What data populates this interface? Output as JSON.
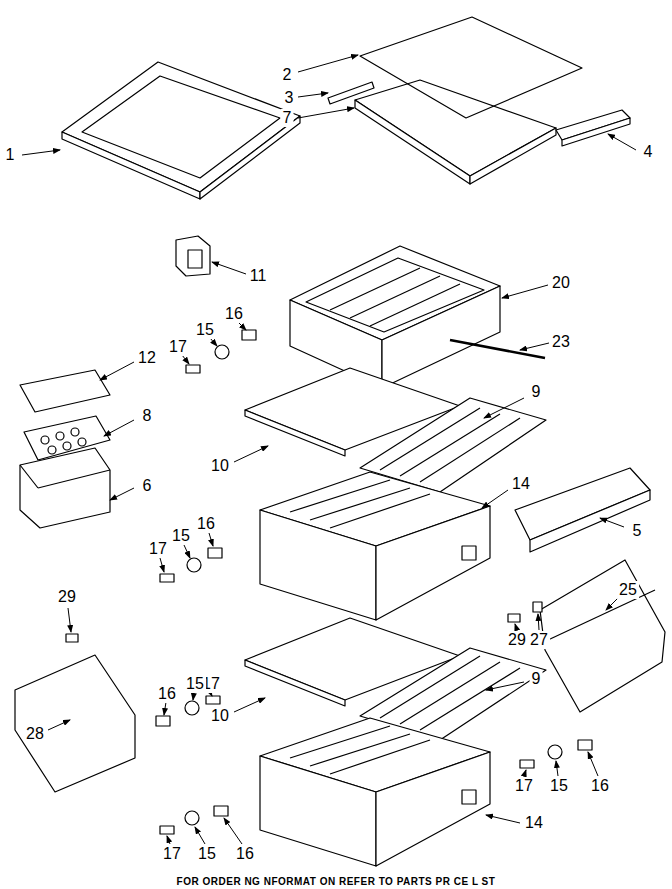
{
  "diagram": {
    "labels": [
      "1",
      "2",
      "3",
      "7",
      "4",
      "11",
      "20",
      "16",
      "15",
      "17",
      "23",
      "12",
      "9",
      "8",
      "10",
      "14",
      "6",
      "5",
      "16",
      "15",
      "17",
      "25",
      "29",
      "29",
      "27",
      "17",
      "15",
      "16",
      "9",
      "10",
      "28",
      "17",
      "15",
      "16",
      "14",
      "17",
      "15",
      "16",
      "FOR ORDER NG  NFORMAT ON REFER TO PARTS PR CE L ST"
    ]
  }
}
